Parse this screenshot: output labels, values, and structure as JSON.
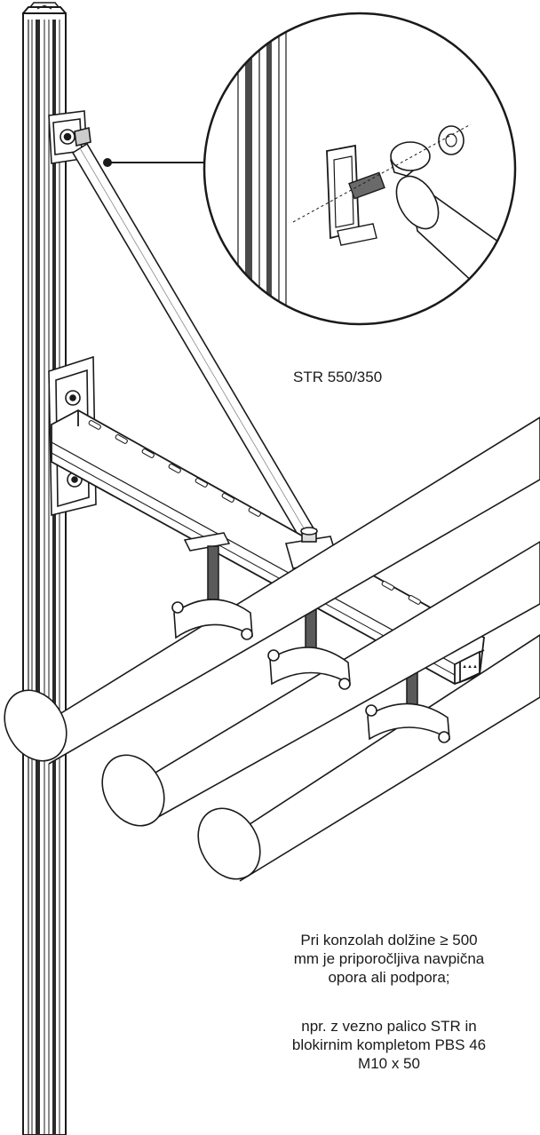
{
  "product_label": "STR 550/350",
  "notes": {
    "recommendation": [
      "Pri konzolah dolžine ≥ 500",
      "mm je priporočljiva navpična",
      "opora ali podpora;"
    ],
    "example": [
      "npr. z vezno palico STR in",
      "blokirnim kompletom PBS 46",
      "M10 x 50"
    ]
  },
  "colors": {
    "line": "#1a1a1a",
    "background": "#ffffff",
    "shade": "#8a8a8a"
  }
}
